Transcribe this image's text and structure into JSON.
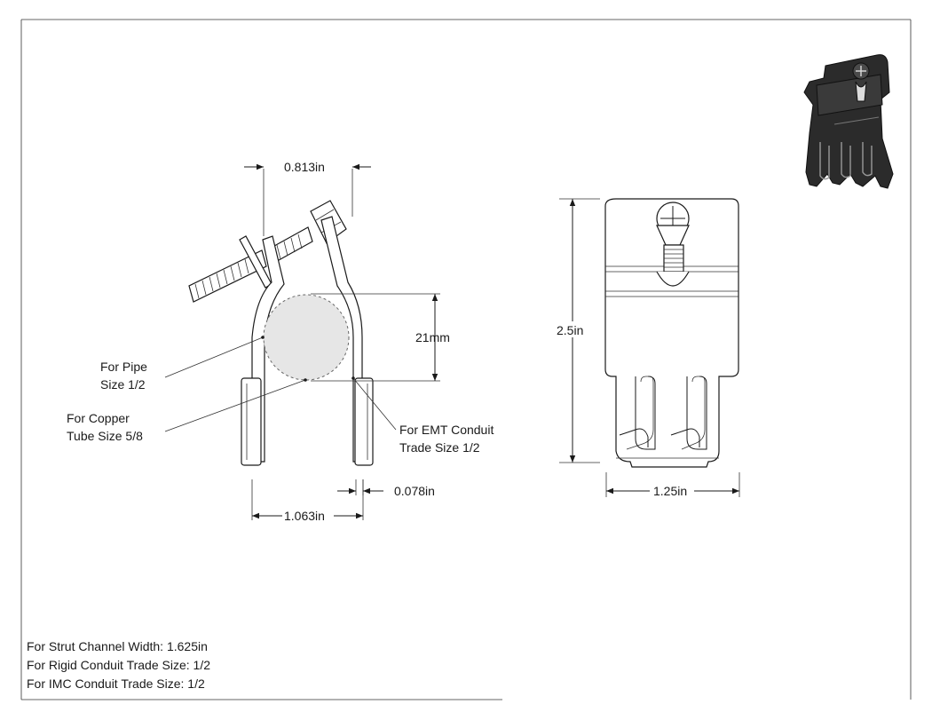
{
  "dimensions": {
    "top_width": "0.813in",
    "pipe_height": "21mm",
    "bottom_width": "1.063in",
    "thickness": "0.078in",
    "overall_height": "2.5in",
    "overall_width": "1.25in"
  },
  "callouts": {
    "pipe": [
      "For Pipe",
      "Size 1/2"
    ],
    "copper": [
      "For Copper",
      "Tube Size 5/8"
    ],
    "emt": [
      "For EMT Conduit",
      "Trade Size  1/2"
    ]
  },
  "specs": [
    "For Strut Channel Width: 1.625in",
    "For Rigid Conduit Trade Size: 1/2",
    "For IMC Conduit Trade Size: 1/2"
  ],
  "colors": {
    "line": "#1a1a1a",
    "iso_fill": "#2b2b2b",
    "pipe_fill": "#d9d9d9"
  }
}
